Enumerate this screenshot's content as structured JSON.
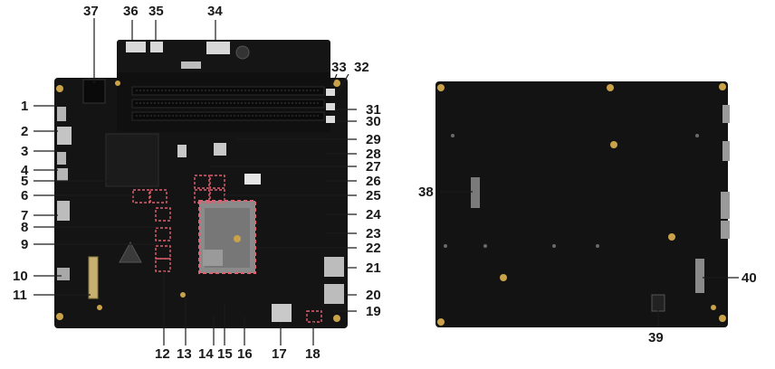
{
  "labels": [
    "1",
    "2",
    "3",
    "4",
    "5",
    "6",
    "7",
    "8",
    "9",
    "10",
    "11",
    "12",
    "13",
    "14",
    "15",
    "16",
    "17",
    "18",
    "19",
    "20",
    "21",
    "22",
    "23",
    "24",
    "25",
    "26",
    "27",
    "28",
    "29",
    "30",
    "31",
    "32",
    "33",
    "34",
    "35",
    "36",
    "37",
    "38",
    "39",
    "40"
  ],
  "colors": {
    "board": "#141414",
    "board_dark": "#0b0b0b",
    "component": "#262626",
    "silver": "#b9b9b9",
    "gold": "#c9a24a",
    "callout": "#e06070",
    "label": "#1a1a1a"
  }
}
